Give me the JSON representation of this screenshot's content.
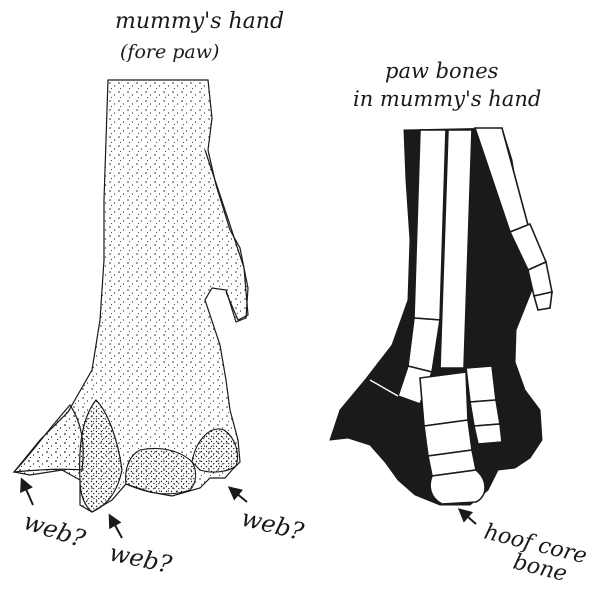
{
  "left_figure": {
    "title_line1": "mummy's hand",
    "title_line2": "(fore paw)"
  },
  "right_figure": {
    "title_line1": "paw bones",
    "title_line2": "in mummy's hand"
  },
  "annotations": {
    "web_left": "web?",
    "web_middle": "web?",
    "web_right": "web?",
    "hoof_line1": "hoof core",
    "hoof_line2": "bone"
  },
  "colors": {
    "ink": "#1a1a1a",
    "paper": "#ffffff"
  }
}
